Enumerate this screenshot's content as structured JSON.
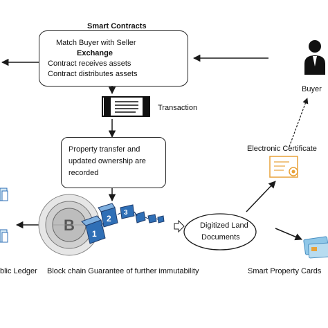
{
  "smart_contracts": {
    "title": "Smart  Contracts",
    "line1": "Match Buyer with Seller",
    "line2": "Exchange",
    "line3": "Contract receives assets",
    "line4": "Contract distributes assets"
  },
  "transaction_label": "Transaction",
  "property_box": {
    "line1": "Property transfer and",
    "line2": "updated ownership are",
    "line3": "recorded"
  },
  "buyer_label": "Buyer",
  "certificate_label": "Electronic Certificate",
  "digitized_node": {
    "line1": "Digitized Land",
    "line2": "Documents"
  },
  "bottom_labels": {
    "ledger": "blic Ledger",
    "blockchain": "Block chain Guarantee of further immutability",
    "cards": "Smart Property Cards"
  },
  "icons": {
    "handshake": "handshake-icon",
    "document": "contract-document-icon",
    "buyer": "buyer-person-icon",
    "ledger": "document-stack-icon",
    "sync": "sync-icon",
    "clipboard": "clipboard-icon",
    "certificate": "certificate-icon",
    "cards": "property-cards-icon",
    "blockchain": "blockchain-cubes-icon"
  },
  "colors": {
    "stroke": "#1a1a1a",
    "block_blue": "#2f6fb6",
    "block_dark": "#1f3e6e",
    "cert_orange": "#e8a23a",
    "card_blue": "#8fc7e8"
  }
}
